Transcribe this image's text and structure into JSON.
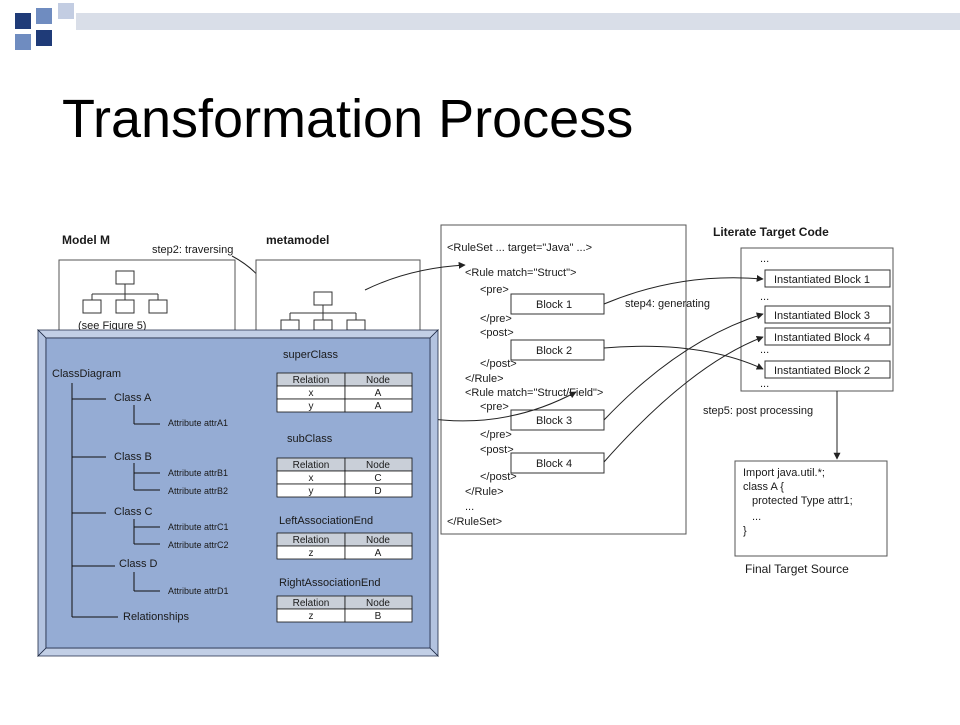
{
  "slide": {
    "title": "Transformation Process"
  },
  "model": {
    "model_label": "Model M",
    "step2_label": "step2: traversing",
    "metamodel_label": "metamodel",
    "see_figure": "(see Figure 5)"
  },
  "ruleset": {
    "lines": [
      "<RuleSet ... target=\"Java\" ...>",
      "<Rule match=\"Struct\">",
      "<pre>",
      "</pre>",
      "<post>",
      "</post>",
      "</Rule>",
      "<Rule match=\"Struct/Field\">",
      "<pre>",
      "</pre>",
      "<post>",
      "</post>",
      "</Rule>",
      "...",
      "</RuleSet>"
    ],
    "blocks": [
      "Block 1",
      "Block 2",
      "Block 3",
      "Block 4"
    ],
    "step4_label": "step4: generating"
  },
  "literate": {
    "title": "Literate Target Code",
    "ellipsis": "...",
    "blocks": [
      "Instantiated Block 1",
      "Instantiated Block 3",
      "Instantiated Block 4",
      "Instantiated Block 2"
    ],
    "step5_label": "step5: post processing"
  },
  "final": {
    "lines": [
      "Import java.util.*;",
      "class A {",
      "protected Type attr1;",
      "...",
      "}"
    ],
    "caption": "Final Target Source"
  },
  "class_diagram": {
    "root": "ClassDiagram",
    "classes": [
      "Class A",
      "Class B",
      "Class C",
      "Class D"
    ],
    "attributes": [
      "Attribute attrA1",
      "Attribute attrB1",
      "Attribute attrB2",
      "Attribute attrC1",
      "Attribute attrC2",
      "Attribute attrD1"
    ],
    "relationships": "Relationships"
  },
  "tables": [
    {
      "title": "superClass",
      "headers": [
        "Relation",
        "Node"
      ],
      "rows": [
        [
          "x",
          "A"
        ],
        [
          "y",
          "A"
        ]
      ]
    },
    {
      "title": "subClass",
      "headers": [
        "Relation",
        "Node"
      ],
      "rows": [
        [
          "x",
          "C"
        ],
        [
          "y",
          "D"
        ]
      ]
    },
    {
      "title": "LeftAssociationEnd",
      "headers": [
        "Relation",
        "Node"
      ],
      "rows": [
        [
          "z",
          "A"
        ]
      ]
    },
    {
      "title": "RightAssociationEnd",
      "headers": [
        "Relation",
        "Node"
      ],
      "rows": [
        [
          "z",
          "B"
        ]
      ]
    }
  ],
  "colors": {
    "panel_fill": "#95acd4",
    "panel_side": "#c2cfe6",
    "panel_border": "#1e2a45",
    "table_header": "#c9cfd8",
    "bullet_dark": "#1f3b78",
    "bullet_mid": "#6f8cc0",
    "bullet_light": "#c3cde2",
    "header_bar": "#d9dee8"
  }
}
